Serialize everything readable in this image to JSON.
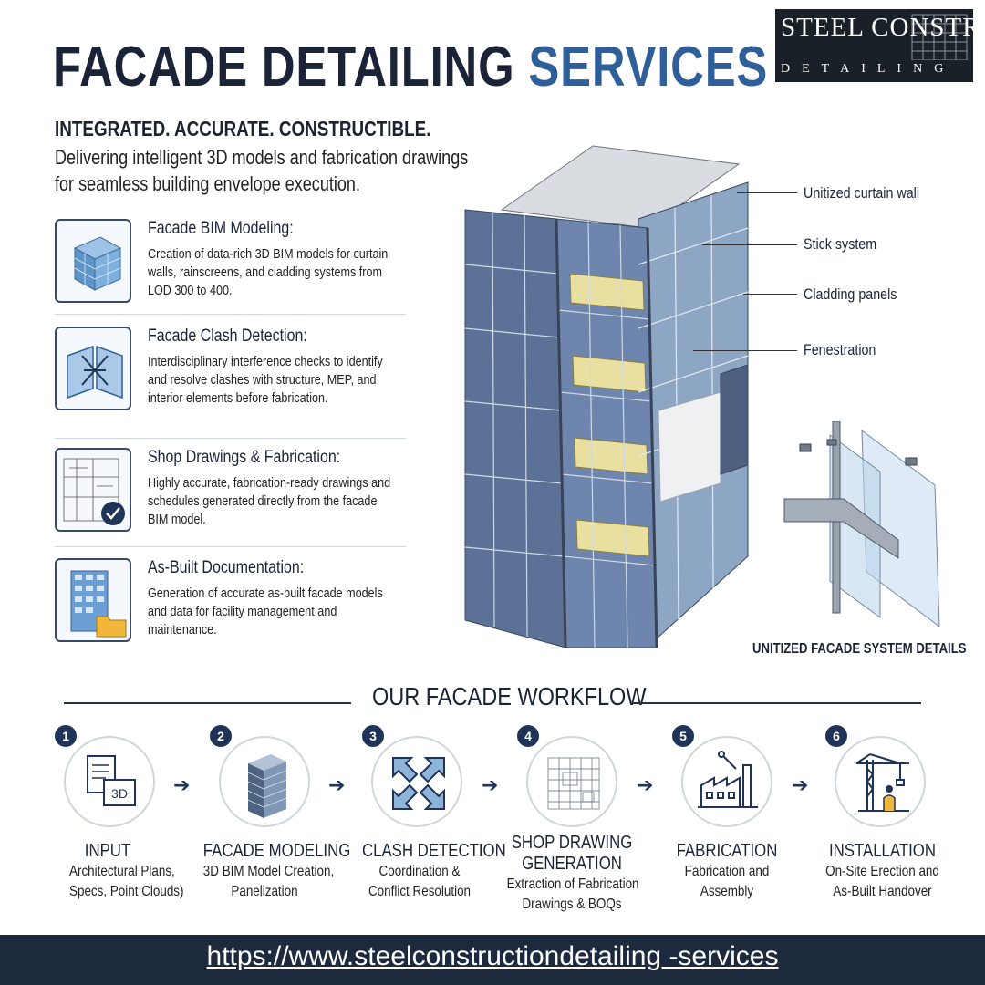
{
  "header": {
    "title_main": "FACADE DETAILING ",
    "title_accent": "SERVICES",
    "logo_line1": "STEEL CONSTRUCTION",
    "logo_line2": "DETAILING",
    "tagline": "INTEGRATED. ACCURATE. CONSTRUCTIBLE.",
    "subline_1": "Delivering intelligent 3D models and fabrication drawings",
    "subline_2": "for seamless building envelope execution."
  },
  "services": [
    {
      "title": "Facade BIM Modeling:",
      "desc": "Creation of data-rich 3D BIM models for curtain walls, rainscreens, and cladding systems from LOD 300 to 400.",
      "icon": "glass-cube-icon"
    },
    {
      "title": "Facade Clash Detection:",
      "desc": "Interdisciplinary interference checks to identify and resolve clashes with structure, MEP, and interior elements before fabrication.",
      "icon": "clash-icon"
    },
    {
      "title": "Shop Drawings & Fabrication:",
      "desc": "Highly accurate, fabrication-ready drawings and schedules generated directly from the facade BIM model.",
      "icon": "drawing-check-icon"
    },
    {
      "title": "As-Built Documentation:",
      "desc": "Generation of accurate as-built facade models and data for facility management and maintenance.",
      "icon": "building-folder-icon"
    }
  ],
  "callouts": {
    "c1": "Unitized curtain wall",
    "c2": "Stick system",
    "c3": "Cladding panels",
    "c4": "Fenestration"
  },
  "detail_caption": "UNITIZED FACADE SYSTEM DETAILS",
  "workflow": {
    "title": "OUR FACADE WORKFLOW",
    "steps": [
      {
        "num": "1",
        "label": "INPUT",
        "desc1": "Architectural Plans,",
        "desc2": "Specs, Point Clouds)",
        "icon": "document-3d-icon",
        "icon_text": "3D"
      },
      {
        "num": "2",
        "label": "FACADE MODELING",
        "desc1": "3D BIM Model Creation,",
        "desc2": "Panelization",
        "icon": "tower-model-icon"
      },
      {
        "num": "3",
        "label": "CLASH DETECTION",
        "desc1": "Coordination &",
        "desc2": "Conflict Resolution",
        "icon": "arrows-clash-icon"
      },
      {
        "num": "4",
        "label1": "SHOP DRAWING",
        "label2": "GENERATION",
        "desc1": "Extraction of Fabrication",
        "desc2": "Drawings & BOQs",
        "icon": "blueprint-icon"
      },
      {
        "num": "5",
        "label": "FABRICATION",
        "desc1": "Fabrication and",
        "desc2": "Assembly",
        "icon": "factory-icon"
      },
      {
        "num": "6",
        "label": "INSTALLATION",
        "desc1": "On-Site Erection and",
        "desc2": "As-Built Handover",
        "icon": "crane-icon"
      }
    ]
  },
  "footer": {
    "url": "https://www.steelconstructiondetailing -services"
  },
  "colors": {
    "navy": "#1b2336",
    "accent": "#2f5f98",
    "footer": "#1d2a3d"
  }
}
